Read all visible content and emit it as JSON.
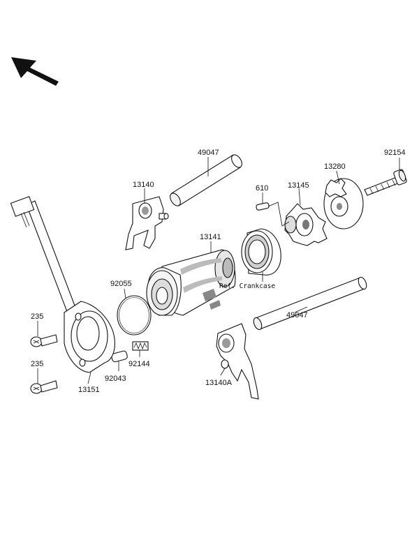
{
  "labels": {
    "rod_upper": "49047",
    "fork_upper": "13140",
    "pin": "610",
    "cam_plate": "13145",
    "holder": "13280",
    "bolt_right": "92154",
    "drum": "13141",
    "oring": "92055",
    "ref_crankcase": "Ref. Crankcase",
    "rod_lower": "49047",
    "spring": "92144",
    "dowel": "92043",
    "fork_lower": "13140A",
    "bolt_upper": "235",
    "bolt_lower": "235",
    "sensor": "13151"
  },
  "colors": {
    "line": "#111111",
    "fill": "#ffffff",
    "shade": "#d9d9d9",
    "dark": "#555555"
  },
  "icons": {
    "orientation": "arrow-northwest-icon"
  }
}
